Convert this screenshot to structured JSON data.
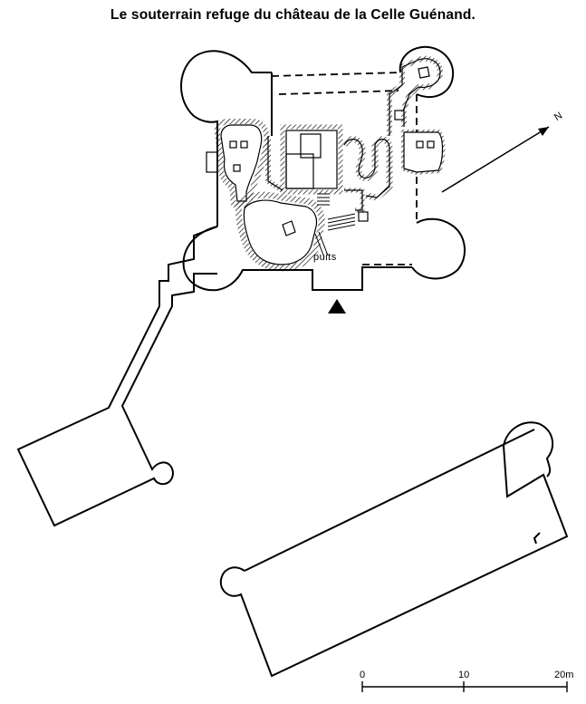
{
  "title": "Le souterrain refuge du château de la Celle Guénand.",
  "labels": {
    "well": "puits",
    "north": "N"
  },
  "scale_bar": {
    "ticks": [
      "0",
      "10",
      "20m"
    ]
  },
  "colors": {
    "ink": "#000000",
    "background": "#ffffff"
  }
}
